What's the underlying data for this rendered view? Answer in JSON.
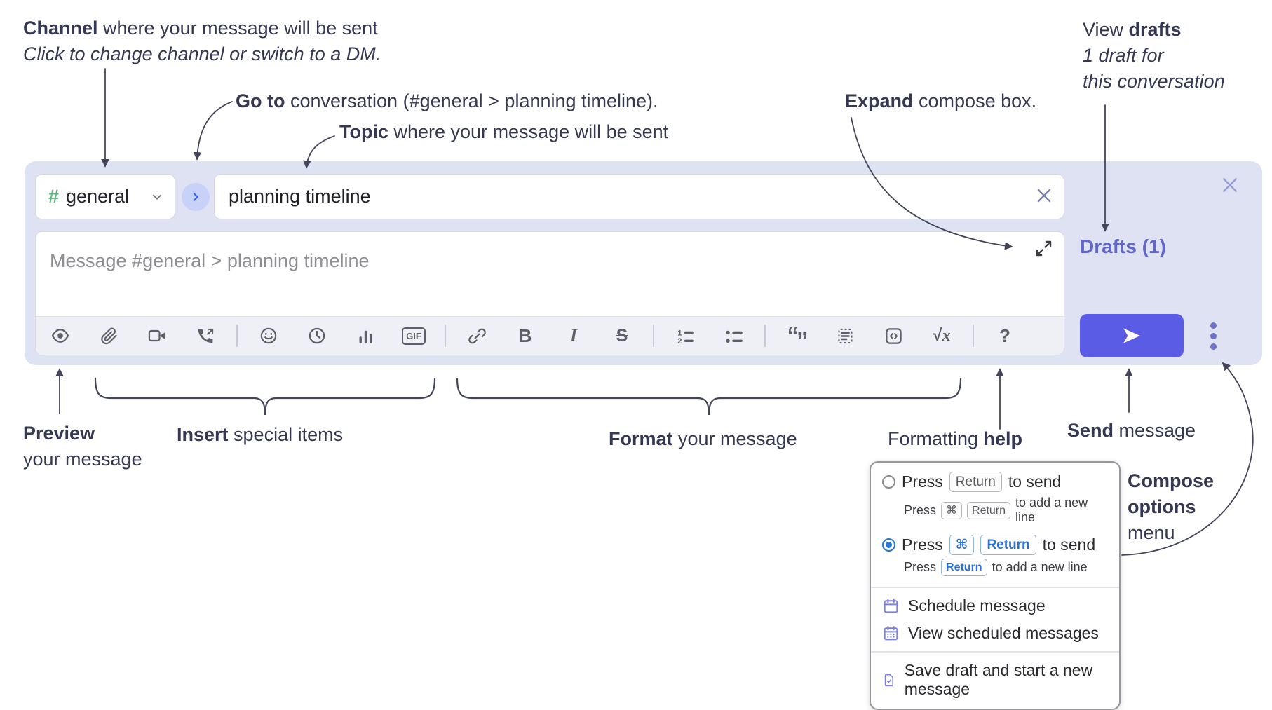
{
  "annotations": {
    "channel": {
      "bold": "Channel",
      "rest": " where your message will be sent",
      "sub": "Click to change channel or switch to a DM."
    },
    "go_to": {
      "bold": "Go to",
      "rest": " conversation (#general > planning timeline)."
    },
    "topic": {
      "bold": "Topic",
      "rest": " where your message will be sent"
    },
    "expand": {
      "bold": "Expand",
      "rest": " compose box."
    },
    "view_drafts": {
      "pre": "View ",
      "bold": "drafts",
      "line2": "1 draft for",
      "line3": "this conversation"
    },
    "preview": {
      "bold": "Preview",
      "line2": "your message"
    },
    "insert": {
      "bold": "Insert",
      "rest": " special items"
    },
    "format": {
      "bold": "Format",
      "rest": " your message"
    },
    "formatting_help": {
      "pre": "Formatting ",
      "bold": "help"
    },
    "send": {
      "bold": "Send",
      "rest": " message"
    },
    "compose_options": {
      "line1": "Compose",
      "line2": "options",
      "line3": "menu"
    }
  },
  "composer": {
    "channel": {
      "hash": "#",
      "name": "general"
    },
    "topic_value": "planning timeline",
    "message_placeholder": "Message #general > planning timeline",
    "drafts_link": "Drafts (1)"
  },
  "toolbar": {
    "bold": "B",
    "italic": "I",
    "strike": "S",
    "gif": "GIF",
    "quote_open": "“",
    "quote_close": "”",
    "formula_root": "√",
    "formula_x": "x",
    "help": "?"
  },
  "compose_menu": {
    "option_return": {
      "pre": "Press",
      "key": "Return",
      "post": "to send",
      "sub_pre": "Press",
      "sub_key1": "⌘",
      "sub_key2": "Return",
      "sub_post": "to add a new line"
    },
    "option_cmd_return": {
      "pre": "Press",
      "key1": "⌘",
      "key2": "Return",
      "post": "to send",
      "sub_pre": "Press",
      "sub_key": "Return",
      "sub_post": "to add a new line"
    },
    "schedule": "Schedule message",
    "view_scheduled": "View scheduled messages",
    "save_draft": "Save draft and start a new message"
  },
  "icons": {
    "preview": "eye",
    "attach": "paperclip",
    "video": "video-camera",
    "huddle": "phone-arrow",
    "emoji": "smiley-face",
    "later": "clock",
    "poll": "bar-chart",
    "gif": "gif-badge",
    "link": "chain-link",
    "ordered_list": "numbered-list",
    "bullet_list": "bulleted-list",
    "blockquote": "double-quotes",
    "code_block": "dashed-box-lines",
    "code": "angle-brackets-box",
    "formula": "sqrt-x",
    "send": "paper-plane",
    "more": "vertical-dots",
    "expand": "diagonal-arrows",
    "close": "x",
    "clear": "x",
    "schedule": "calendar",
    "view_scheduled": "calendar-grid",
    "save_draft": "page-check",
    "channel_dropdown": "chevron-down",
    "go_to": "chevron-right"
  },
  "colors": {
    "accent": "#5b5ce6",
    "channel_green": "#5fb57e",
    "drafts_link": "#6366c9",
    "radio_blue": "#2979d8",
    "composer_bg": "#dfe2f3",
    "menu_icon_purple": "#7e81de"
  }
}
